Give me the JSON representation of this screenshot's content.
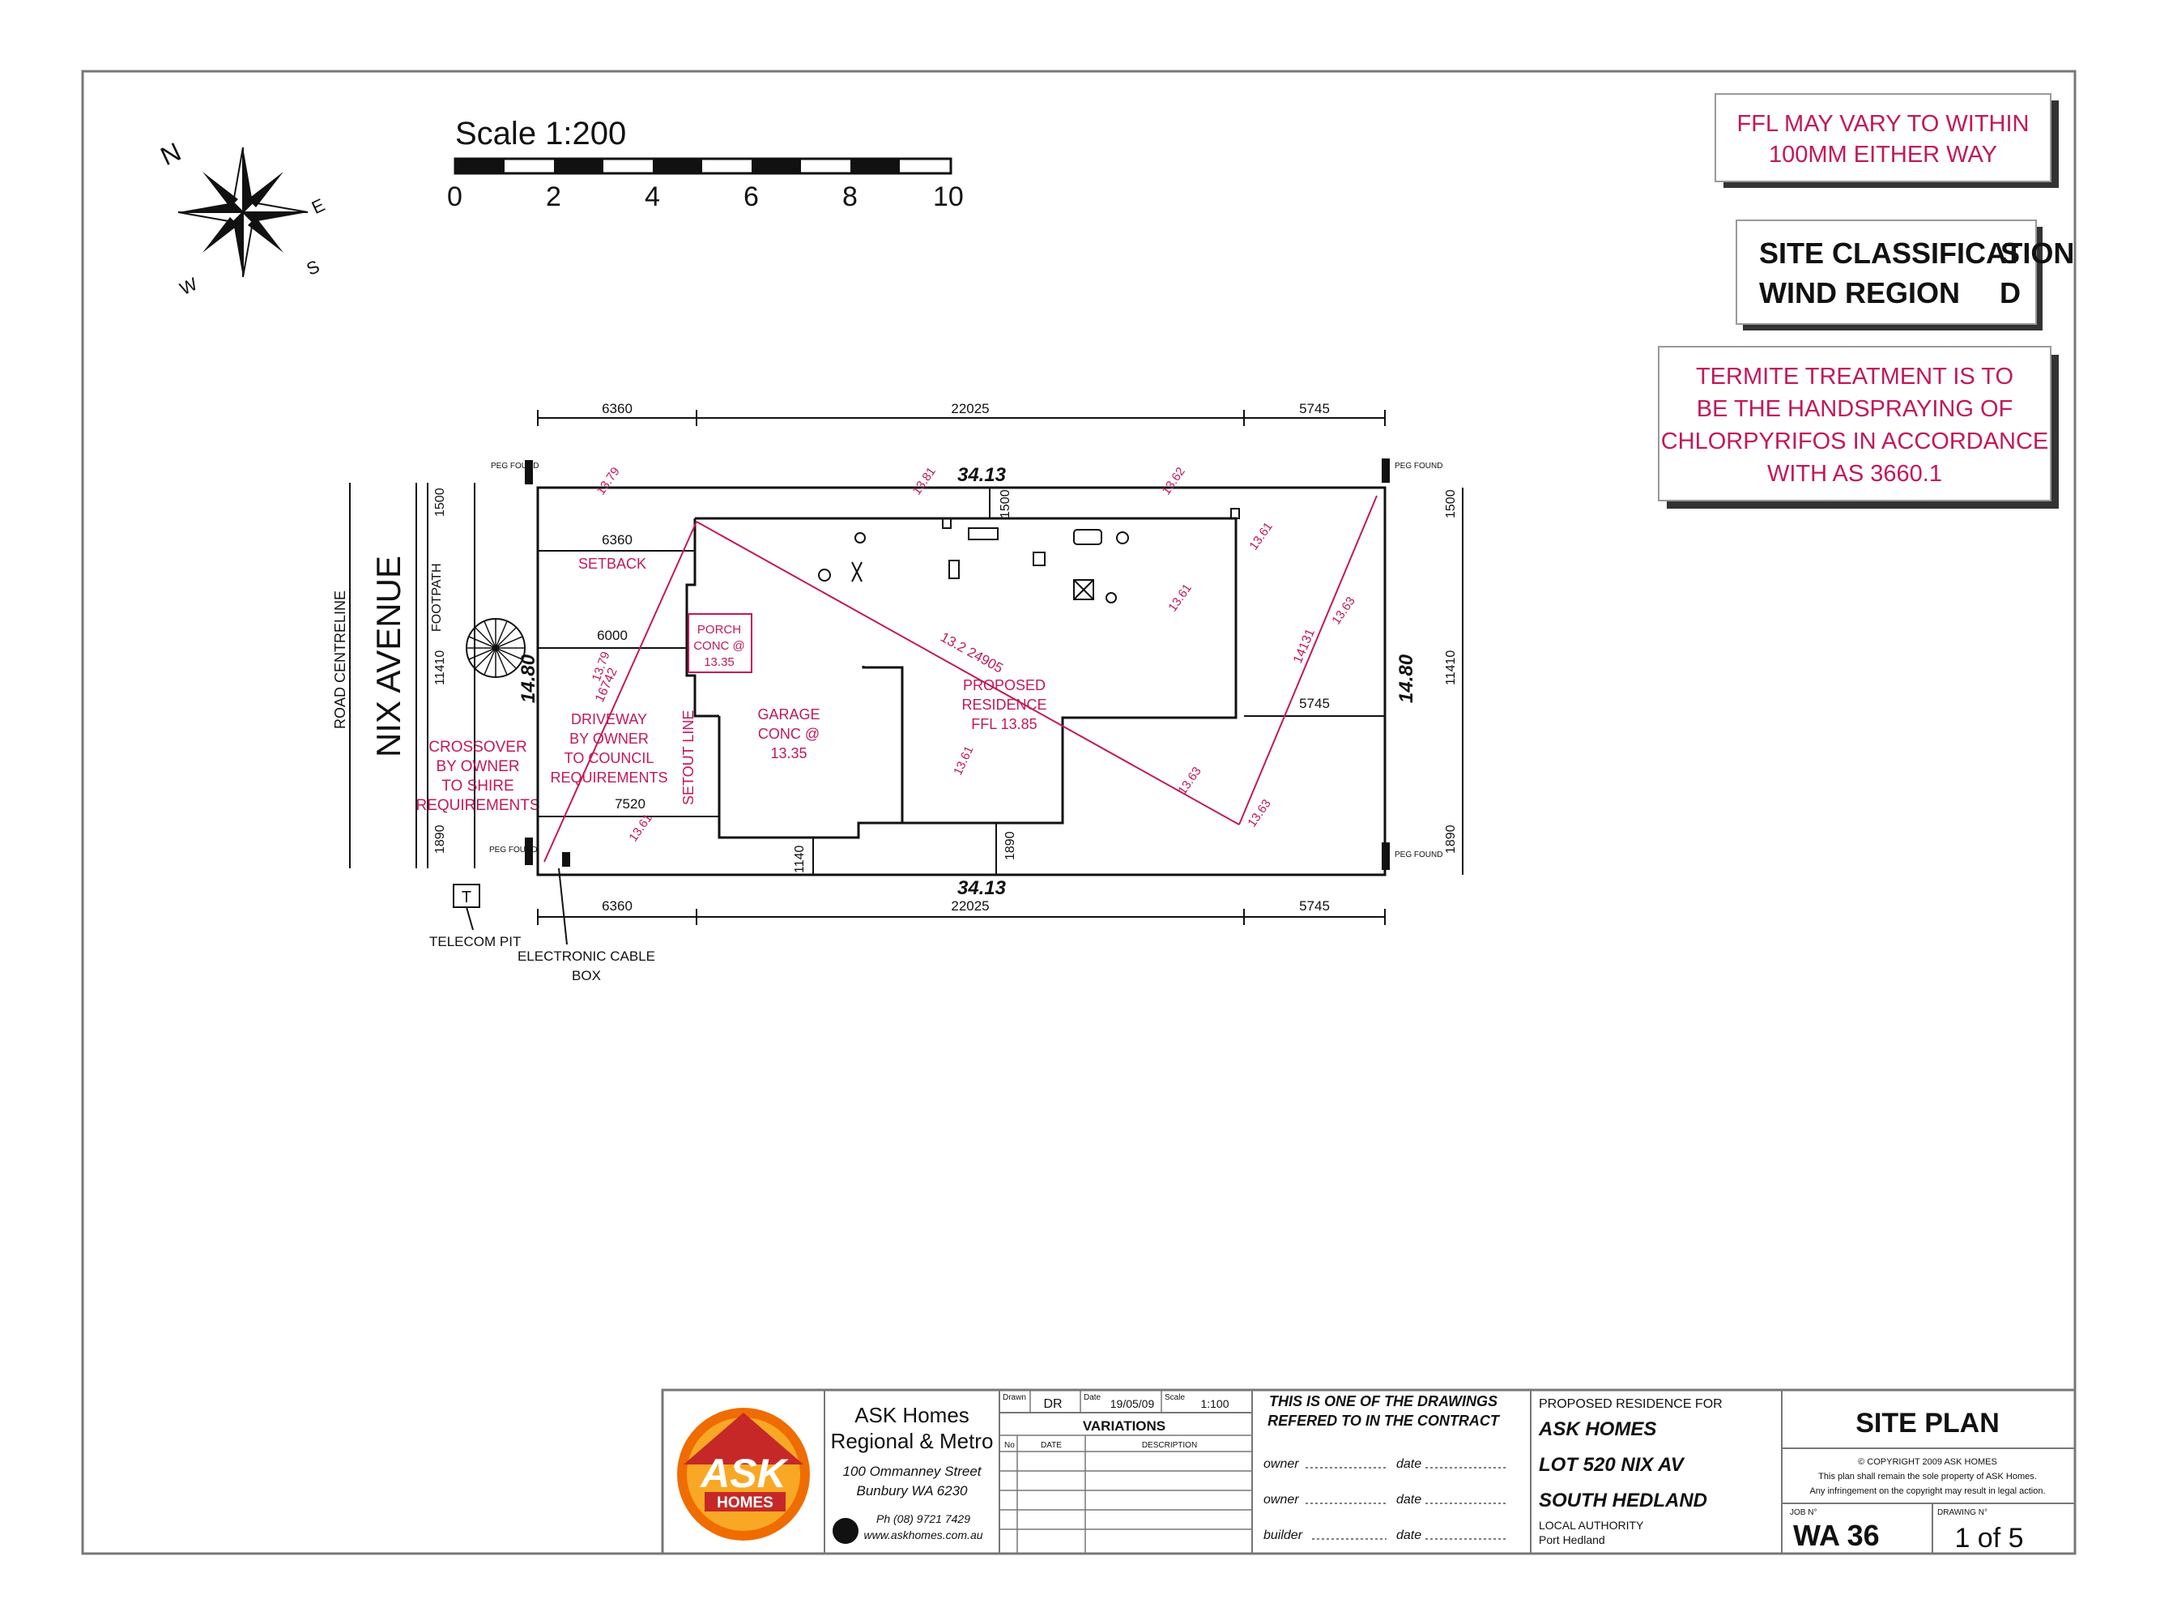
{
  "scale": {
    "label": "Scale  1:200",
    "ticks": [
      "0",
      "2",
      "4",
      "6",
      "8",
      "10"
    ]
  },
  "compass": {
    "n": "N",
    "e": "E",
    "s": "S",
    "w": "W"
  },
  "notes": {
    "ffl": [
      "FFL MAY VARY TO WITHIN",
      "100MM EITHER WAY"
    ],
    "site_classification_label": "SITE CLASSIFICATION",
    "site_classification_value": "S",
    "wind_region_label": "WIND REGION",
    "wind_region_value": "D",
    "termite": [
      "TERMITE TREATMENT IS TO",
      "BE THE HANDSPRAYING OF",
      "CHLORPYRIFOS IN ACCORDANCE",
      "WITH AS 3660.1"
    ]
  },
  "site": {
    "street": "NIX AVENUE",
    "road_centreline": "ROAD CENTRELINE",
    "footpath": "FOOTPATH",
    "boundary_top": "34.13",
    "boundary_bottom": "34.13",
    "boundary_left": "14.80",
    "boundary_right": "14.80",
    "dim_top": [
      "6360",
      "22025",
      "5745"
    ],
    "dim_bottom": [
      "6360",
      "22025",
      "5745"
    ],
    "dim_right_outer": [
      "1500",
      "11410",
      "1890"
    ],
    "dim_left_outer": [
      "1500",
      "11410",
      "1890"
    ],
    "setback_value": "6360",
    "setback_label": "SETBACK",
    "porch_setback": "6000",
    "driveway_width": "7520",
    "rear_setback": "5745",
    "side_1500": "1500",
    "side_1140": "1140",
    "side_1890": "1890",
    "peg_found": "PEG FOUND",
    "porch": [
      "PORCH",
      "CONC @",
      "13.35"
    ],
    "garage": [
      "GARAGE",
      "CONC @",
      "13.35"
    ],
    "residence": [
      "PROPOSED",
      "RESIDENCE",
      "FFL 13.85"
    ],
    "driveway": [
      "DRIVEWAY",
      "BY OWNER",
      "TO COUNCIL",
      "REQUIREMENTS"
    ],
    "crossover": [
      "CROSSOVER",
      "BY OWNER",
      "TO SHIRE",
      "REQUIREMENTS"
    ],
    "setout_line": "SETOUT LINE",
    "levels": [
      "13.79",
      "13.81",
      "13.62",
      "13.61",
      "13.63",
      "13.61",
      "13.63",
      "13.79",
      "13.63",
      "13.61"
    ],
    "diag_main": "13.2 24905",
    "diag_left": "16742",
    "diag_right": "14131",
    "telecom_pit": "TELECOM PIT",
    "telecom_symbol": "T",
    "cable_box": [
      "ELECTRONIC CABLE",
      "BOX"
    ]
  },
  "title_block": {
    "logo_top": "ASK",
    "logo_bottom": "HOMES",
    "company": [
      "ASK Homes",
      "Regional & Metro"
    ],
    "address": [
      "100 Ommanney Street",
      "Bunbury WA 6230"
    ],
    "phone": "Ph (08) 9721 7429",
    "web": "www.askhomes.com.au",
    "drawn_label": "Drawn",
    "drawn_value": "DR",
    "date_label": "Date",
    "date_value": "19/05/09",
    "scale_label": "Scale",
    "scale_value": "1:100",
    "variations": "VARIATIONS",
    "var_cols": [
      "No",
      "DATE",
      "DESCRIPTION"
    ],
    "contract": [
      "THIS IS ONE OF THE DRAWINGS",
      "REFERED TO IN THE CONTRACT"
    ],
    "sig_rows": [
      {
        "role": "owner",
        "date": "date"
      },
      {
        "role": "owner",
        "date": "date"
      },
      {
        "role": "builder",
        "date": "date"
      }
    ],
    "proposed_for": "PROPOSED RESIDENCE FOR",
    "client": "ASK HOMES",
    "lot": "LOT 520 NIX AV",
    "suburb": "SOUTH HEDLAND",
    "authority_label": "LOCAL AUTHORITY",
    "authority_value": "Port Hedland",
    "sheet_title": "SITE PLAN",
    "copyright": [
      "© COPYRIGHT 2009 ASK HOMES",
      "This plan shall remain the sole property of ASK Homes.",
      "Any infringement on the copyright may result in legal action."
    ],
    "job_label": "JOB N°",
    "job_value": "WA 36",
    "drawing_label": "DRAWING N°",
    "drawing_value": "1 of 5"
  }
}
